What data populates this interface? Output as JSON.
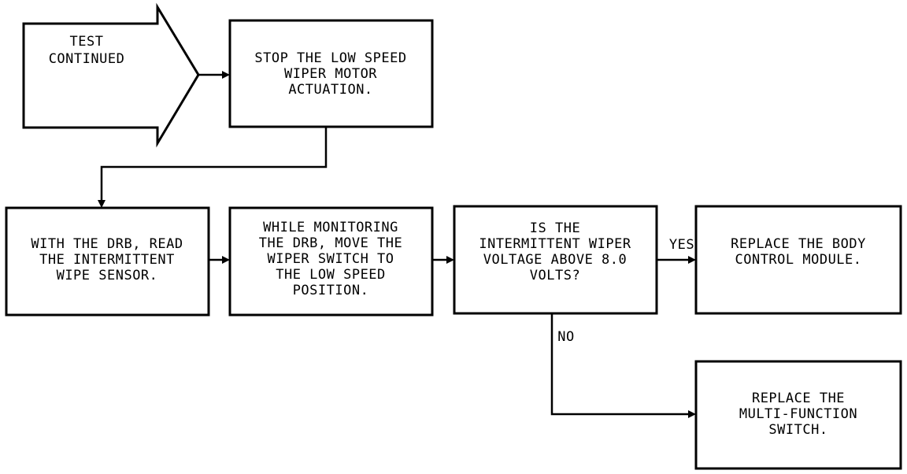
{
  "diagram": {
    "start": {
      "lines": [
        "TEST",
        "CONTINUED"
      ]
    },
    "nodes": {
      "stop_motor": {
        "lines": [
          "STOP THE LOW SPEED",
          "WIPER MOTOR",
          "ACTUATION."
        ]
      },
      "read_sensor": {
        "lines": [
          "WITH THE DRB, READ",
          "THE INTERMITTENT",
          "WIPE SENSOR."
        ]
      },
      "move_switch": {
        "lines": [
          "WHILE MONITORING",
          "THE DRB, MOVE THE",
          "WIPER SWITCH TO",
          "THE LOW SPEED",
          "POSITION."
        ]
      },
      "voltage_check": {
        "lines": [
          "IS THE",
          "INTERMITTENT WIPER",
          "VOLTAGE ABOVE 8.0",
          "VOLTS?"
        ]
      },
      "replace_bcm": {
        "lines": [
          "REPLACE THE BODY",
          "CONTROL MODULE."
        ]
      },
      "replace_mfs": {
        "lines": [
          "REPLACE THE",
          "MULTI-FUNCTION",
          "SWITCH."
        ]
      }
    },
    "edges": {
      "yes": "YES",
      "no": "NO"
    }
  }
}
